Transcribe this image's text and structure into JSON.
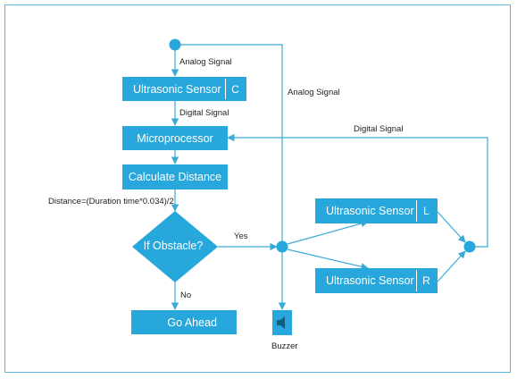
{
  "nodes": {
    "ultrasonic_c": {
      "label": "Ultrasonic Sensor",
      "tag": "C"
    },
    "microprocessor": {
      "label": "Microprocessor"
    },
    "calculate": {
      "label": "Calculate Distance"
    },
    "decision": {
      "label": "If Obstacle?"
    },
    "go_ahead": {
      "label": "Go Ahead"
    },
    "ultrasonic_l": {
      "label": "Ultrasonic Sensor",
      "tag": "L"
    },
    "ultrasonic_r": {
      "label": "Ultrasonic Sensor",
      "tag": "R"
    },
    "buzzer": {
      "label": "Buzzer",
      "icon": "speaker-icon"
    }
  },
  "edge_labels": {
    "analog_signal_top": "Analog Signal",
    "analog_signal_right": "Analog Signal",
    "digital_signal_left": "Digital Signal",
    "digital_signal_right": "Digital Signal",
    "formula": "Distance=(Duration time*0.034)/2",
    "yes": "Yes",
    "no": "No"
  },
  "colors": {
    "node_fill": "#27a7dc",
    "line": "#3aaad8",
    "frame": "#5ab7d6",
    "text": "#222222"
  }
}
